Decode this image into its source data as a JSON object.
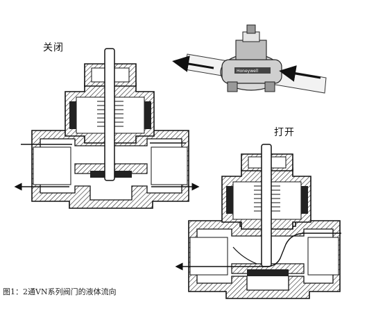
{
  "labels": {
    "closed": "关闭",
    "open": "打开"
  },
  "caption": "图1：2通VN系列阀门的液体流向",
  "brand_text": "Honeywell"
}
